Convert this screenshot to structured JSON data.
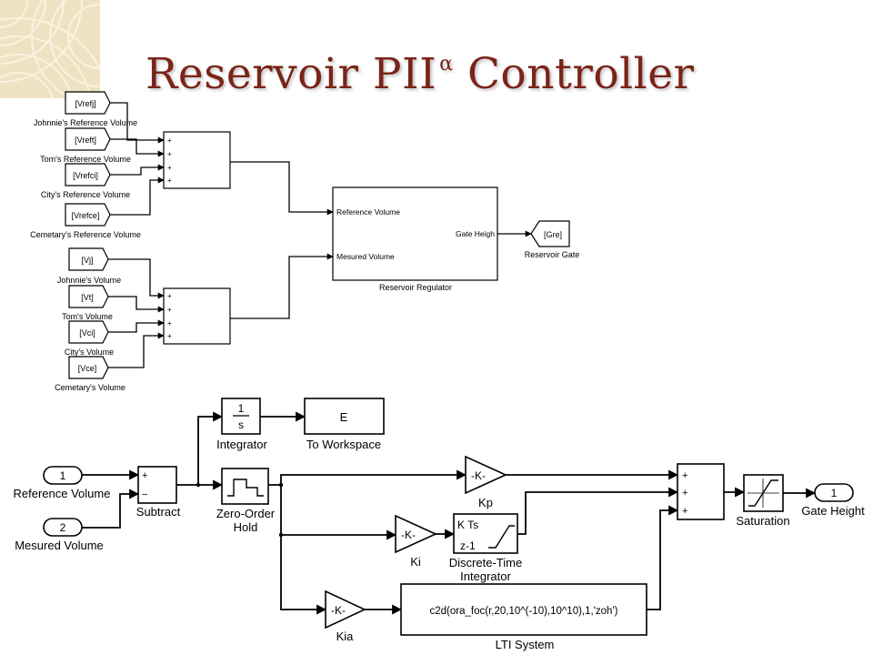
{
  "slide": {
    "title_main": "Reservoir PII",
    "title_sup": "α",
    "title_end": " Controller"
  },
  "top": {
    "ref_tags": [
      {
        "tag": "[Vrefj]",
        "label": "Johnnie's Reference Volume"
      },
      {
        "tag": "[Vreft]",
        "label": "Tom's Reference Volume"
      },
      {
        "tag": "[Vrefci]",
        "label": "City's Reference Volume"
      },
      {
        "tag": "[Vrefce]",
        "label": "Cemetary's Reference Volume"
      }
    ],
    "vol_tags": [
      {
        "tag": "[Vj]",
        "label": "Johnnie's Volume"
      },
      {
        "tag": "[Vt]",
        "label": "Tom's Volume"
      },
      {
        "tag": "[Vci]",
        "label": "City's Volume"
      },
      {
        "tag": "[Vce]",
        "label": "Cemetary's Volume"
      }
    ],
    "sum_signs": [
      "+",
      "+",
      "+",
      "+"
    ],
    "regulator": {
      "in1": "Reference Volume",
      "in2": "Mesured Volume",
      "out": "Gate Heigh",
      "label": "Reservoir Regulator"
    },
    "goto": {
      "tag": "[Gre]",
      "label": "Reservoir Gate"
    }
  },
  "bottom": {
    "inport1": {
      "num": "1",
      "label": "Reference Volume"
    },
    "inport2": {
      "num": "2",
      "label": "Mesured Volume"
    },
    "subtract": {
      "plus": "+",
      "minus": "−",
      "label": "Subtract"
    },
    "integrator": {
      "num": "1",
      "den": "s",
      "label": "Integrator"
    },
    "workspace": {
      "var": "E",
      "label": "To Workspace"
    },
    "zoh": {
      "label1": "Zero-Order",
      "label2": "Hold"
    },
    "kp": {
      "gain": "-K-",
      "label": "Kp"
    },
    "ki": {
      "gain": "-K-",
      "label": "Ki"
    },
    "kia": {
      "gain": "-K-",
      "label": "Kia"
    },
    "dti": {
      "num": "K Ts",
      "den": "z-1",
      "label1": "Discrete-Time",
      "label2": "Integrator"
    },
    "lti": {
      "expr": "c2d(ora_foc(r,20,10^(-10),10^10),1,'zoh')",
      "label": "LTI System"
    },
    "sum3": {
      "signs": [
        "+",
        "+",
        "+"
      ]
    },
    "saturation": {
      "label": "Saturation"
    },
    "outport": {
      "num": "1",
      "label": "Gate Height"
    }
  }
}
